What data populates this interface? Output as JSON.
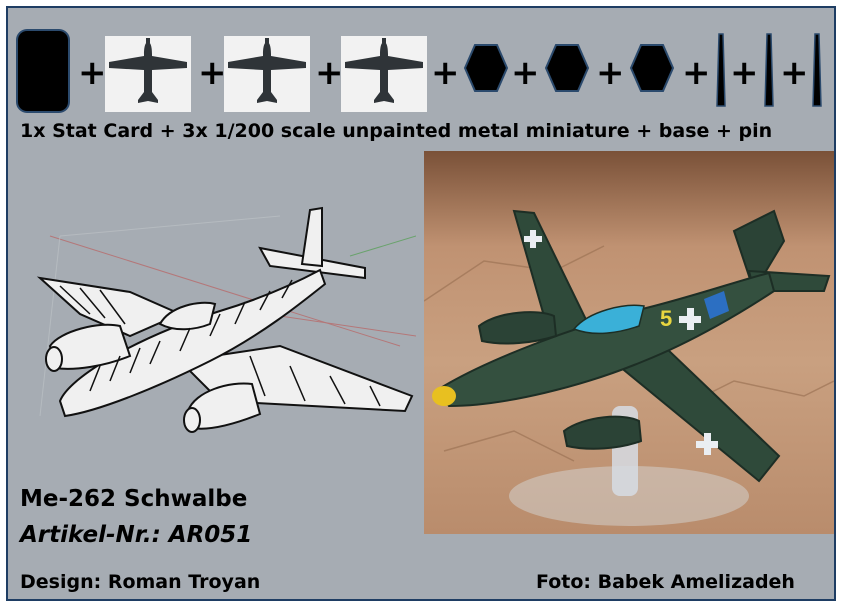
{
  "components": {
    "plus": "+",
    "icons": [
      "stat-card-icon",
      "plane-silhouette-icon",
      "hexagon-base-icon",
      "pin-icon"
    ]
  },
  "caption": "1x Stat Card + 3x 1/200 scale unpainted metal miniature + base + pin",
  "product": {
    "name": "Me-262 Schwalbe",
    "article": "Artikel-Nr.: AR051"
  },
  "credits": {
    "design": "Design: Roman Troyan",
    "photo": "Foto: Babek Amelizadeh"
  },
  "photo_marking": "5",
  "colors": {
    "panel_bg": "#a6acb3",
    "border": "#1e3d63",
    "camo_green": "#2f4a3a",
    "canopy_blue": "#3ab0d8",
    "nose_yellow": "#e8c020"
  }
}
